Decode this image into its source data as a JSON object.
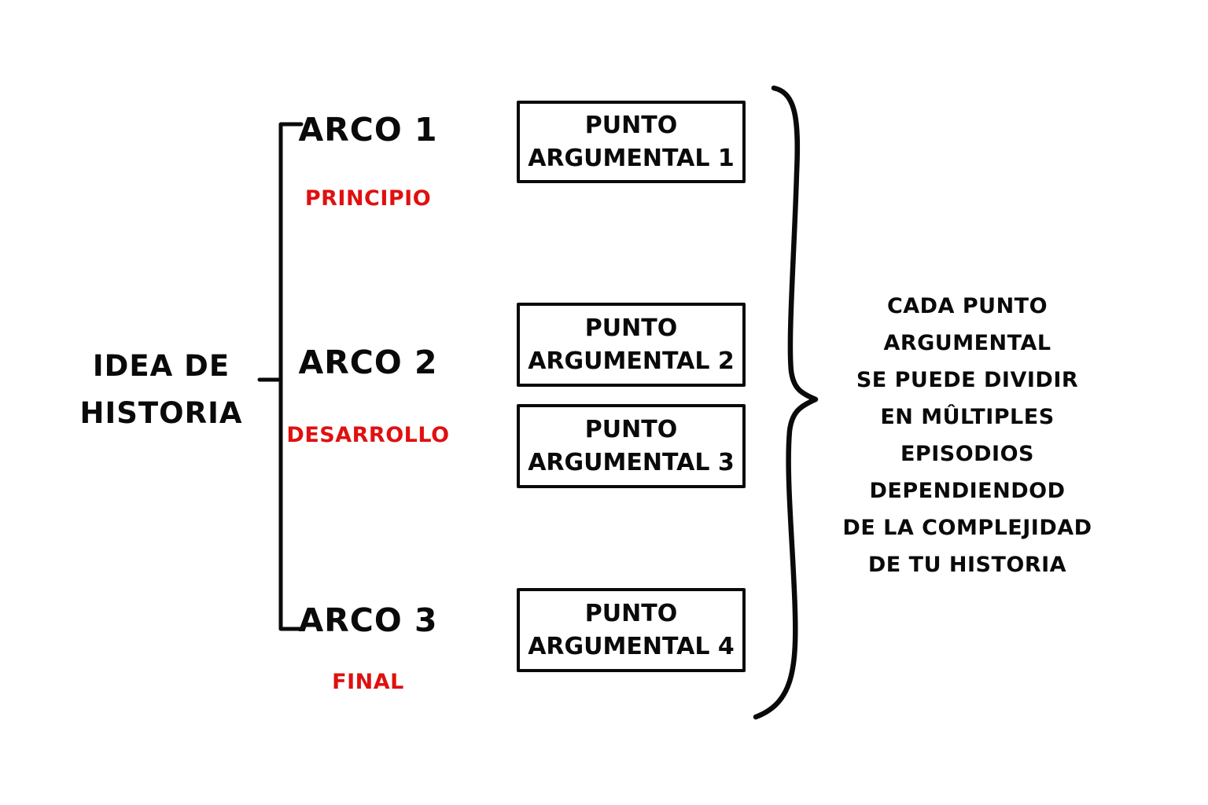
{
  "colors": {
    "background": "#ffffff",
    "ink": "#0a0a0a",
    "accent_red": "#e01010"
  },
  "root": {
    "label": "IDEA DE\nHISTORIA"
  },
  "arcs": [
    {
      "name": "ARCO 1",
      "phase": "PRINCIPIO"
    },
    {
      "name": "ARCO 2",
      "phase": "DESARROLLO"
    },
    {
      "name": "ARCO 3",
      "phase": "FINAL"
    }
  ],
  "plot_points": [
    {
      "label": "PUNTO\nARGUMENTAL 1"
    },
    {
      "label": "PUNTO\nARGUMENTAL 2"
    },
    {
      "label": "PUNTO\nARGUMENTAL 3"
    },
    {
      "label": "PUNTO\nARGUMENTAL 4"
    }
  ],
  "brace_note": {
    "text": "CADA PUNTO\nARGUMENTAL\nSE PUEDE DIVIDIR\nEN MÛLTIPLES\nEPISODIOS\nDEPENDIENDOD\nDE LA COMPLEJIDAD\nDE TU HISTORIA"
  }
}
